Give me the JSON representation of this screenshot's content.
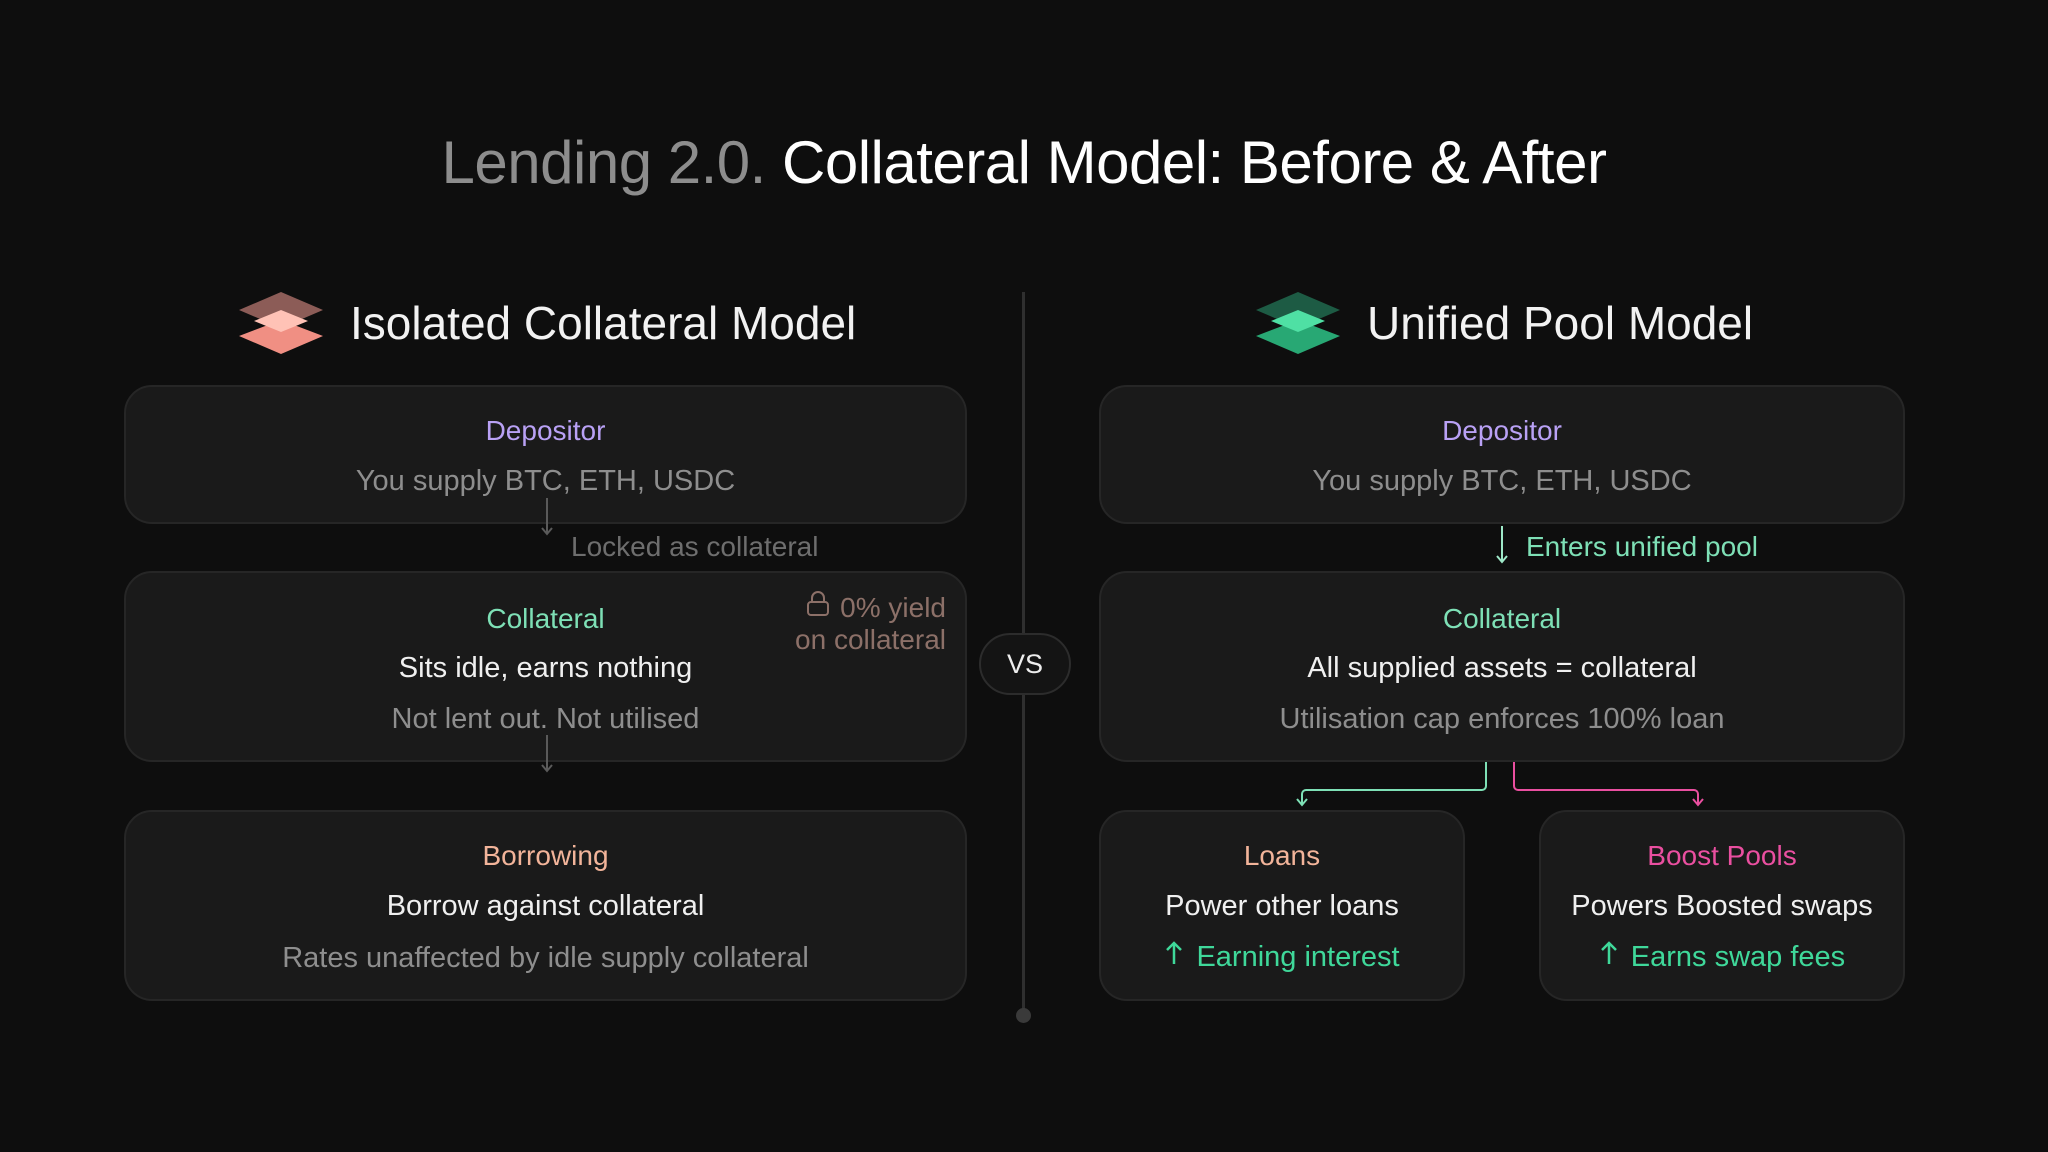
{
  "title": {
    "prefix": "Lending 2.0.",
    "main": "Collateral Model: Before & After"
  },
  "left": {
    "heading": "Isolated Collateral Model",
    "icon": "layers-icon",
    "accent": "#f4a69a",
    "depositor": {
      "label": "Depositor",
      "text": "You supply BTC, ETH, USDC"
    },
    "arrow_note": "Locked as collateral",
    "collateral": {
      "label": "Collateral",
      "main": "Sits idle, earns nothing",
      "sub": "Not lent out. Not utilised",
      "badge_line1": "0% yield",
      "badge_line2": "on collateral",
      "badge_icon": "lock-icon"
    },
    "borrowing": {
      "label": "Borrowing",
      "main": "Borrow against collateral",
      "sub": "Rates unaffected by idle supply collateral"
    }
  },
  "vs": "VS",
  "right": {
    "heading": "Unified Pool Model",
    "icon": "layers-icon",
    "accent": "#3fd89a",
    "depositor": {
      "label": "Depositor",
      "text": "You supply BTC, ETH, USDC"
    },
    "arrow_note": "Enters unified pool",
    "collateral": {
      "label": "Collateral",
      "main": "All supplied assets = collateral",
      "sub": "Utilisation cap enforces 100% loan"
    },
    "loans": {
      "label": "Loans",
      "main": "Power other loans",
      "sub": "Earning interest",
      "sub_icon": "arrow-up-icon"
    },
    "boost": {
      "label": "Boost Pools",
      "main": "Powers Boosted swaps",
      "sub": "Earns swap fees",
      "sub_icon": "arrow-up-icon"
    }
  }
}
